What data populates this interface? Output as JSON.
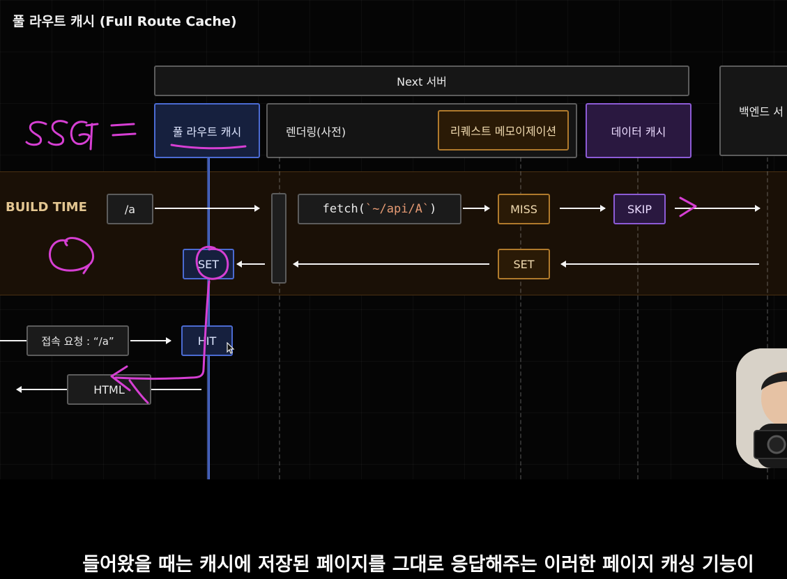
{
  "title": "풀 라우트 캐시 (Full Route Cache)",
  "header": {
    "server": "Next 서버",
    "backend": "백엔드 서"
  },
  "lanes": {
    "full_route_cache": "풀 라우트 캐시",
    "rendering": "렌더링(사전)",
    "request_memo": "리퀘스트 메모이제이션",
    "data_cache": "데이터 캐시"
  },
  "build_time": {
    "label": "BUILD TIME",
    "route": "/a",
    "fetch_prefix": "fetch(",
    "fetch_arg": "`~/api/A`",
    "fetch_suffix": ")",
    "miss": "MISS",
    "skip": "SKIP",
    "set_cache": "SET",
    "set_data": "SET"
  },
  "request": {
    "label": "접속 요청 : “/a”",
    "hit": "HIT",
    "html": "HTML"
  },
  "annotation": {
    "handwritten": "SSG ="
  },
  "subtitle": "들어왔을 때는 캐시에 저장된 페이지를 그대로 응답해주는 이러한 페이지 캐싱 기능이",
  "colors": {
    "ink": "#d63fd3",
    "accent_blue": "#4b6bd2",
    "accent_orange": "#b07a2c",
    "accent_purple": "#8d5bd6"
  }
}
